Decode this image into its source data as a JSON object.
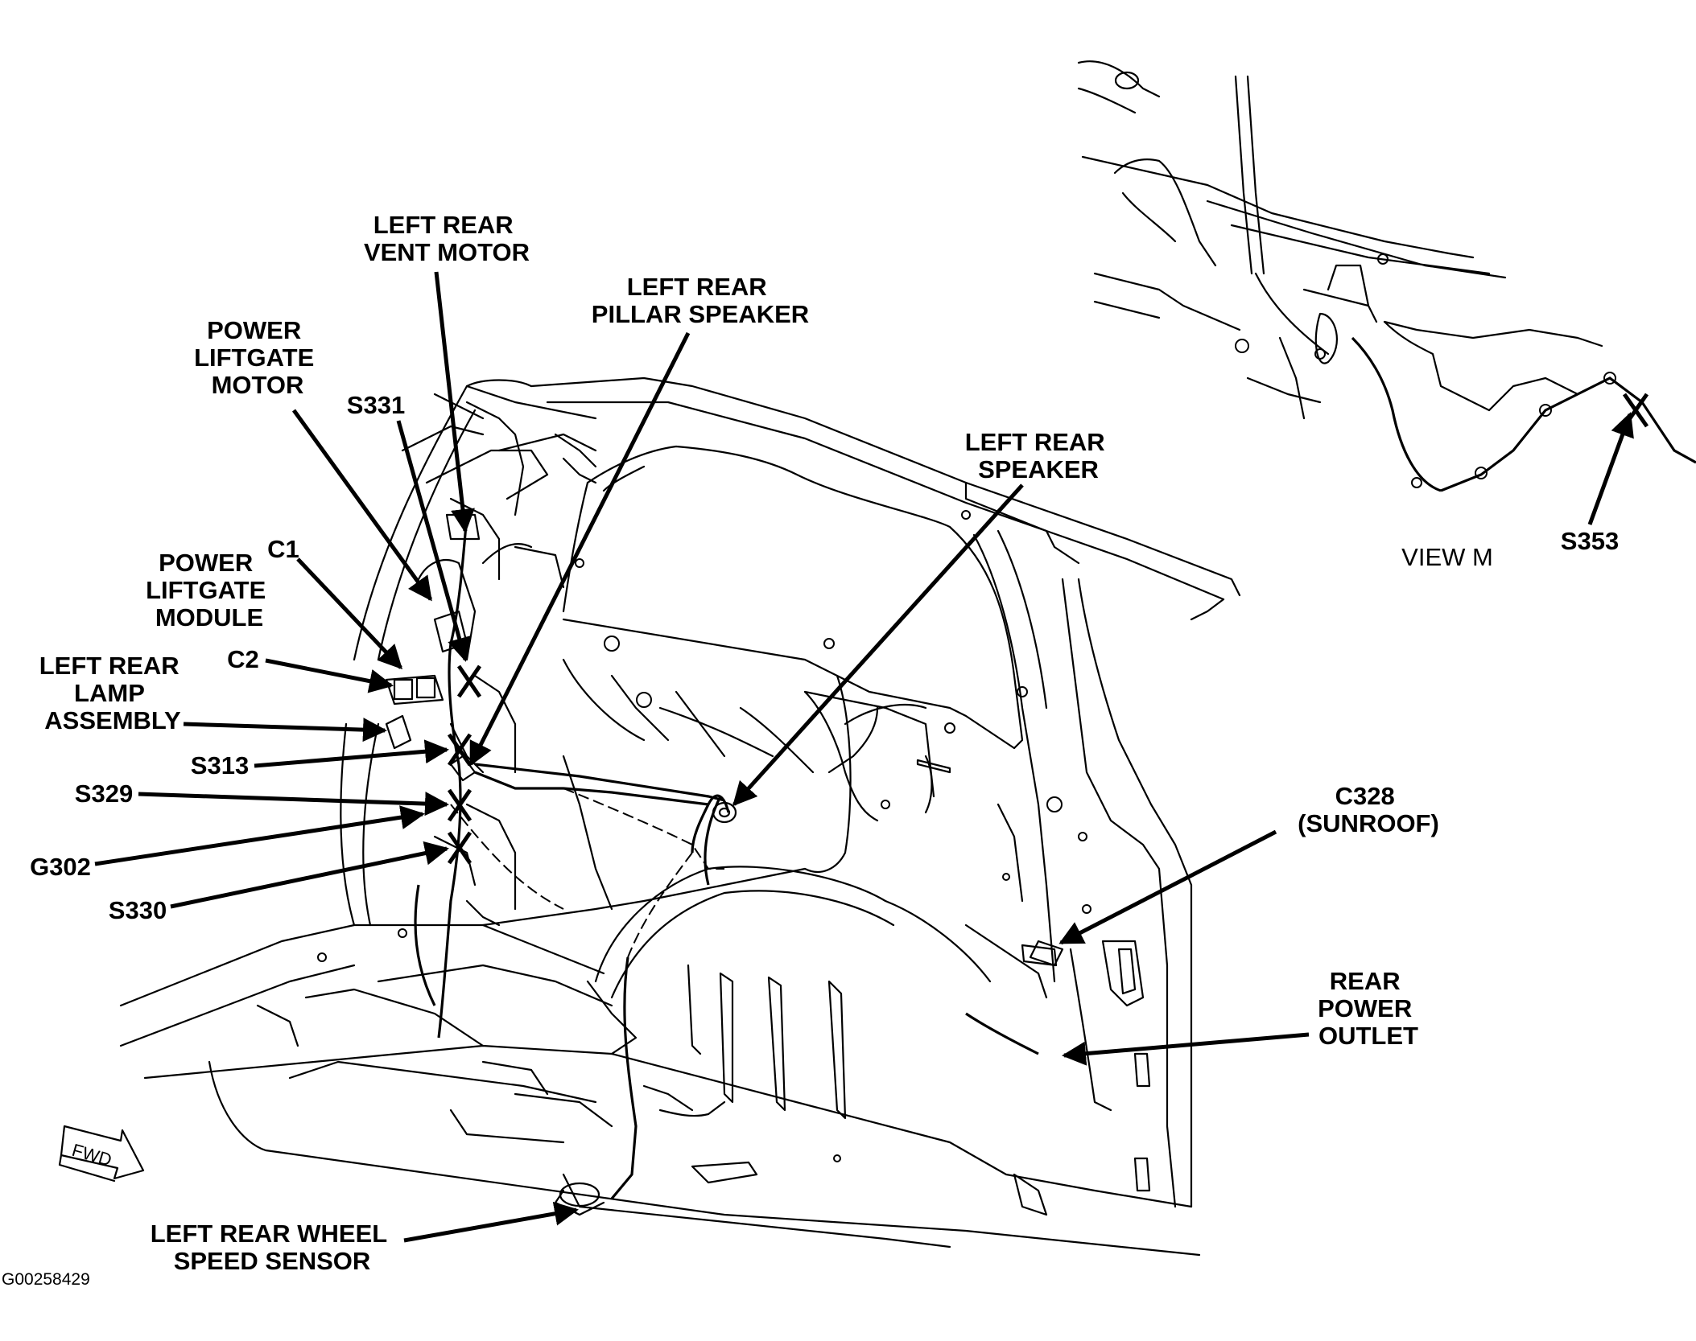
{
  "callouts": {
    "left_rear_vent_motor": [
      "LEFT REAR",
      "VENT MOTOR"
    ],
    "left_rear_pillar_speaker": [
      "LEFT REAR",
      "PILLAR SPEAKER"
    ],
    "power_liftgate_motor": [
      "POWER",
      "LIFTGATE",
      "MOTOR"
    ],
    "s331": "S331",
    "left_rear_speaker": [
      "LEFT REAR",
      "SPEAKER"
    ],
    "c1": "C1",
    "power_liftgate_module": [
      "POWER",
      "LIFTGATE",
      "MODULE"
    ],
    "c2": "C2",
    "left_rear_lamp_assembly": [
      "LEFT REAR",
      "LAMP",
      "ASSEMBLY"
    ],
    "s313": "S313",
    "s329": "S329",
    "g302": "G302",
    "s330": "S330",
    "c328": [
      "C328",
      "(SUNROOF)"
    ],
    "rear_power_outlet": [
      "REAR",
      "POWER",
      "OUTLET"
    ],
    "left_rear_wheel_speed_sensor": [
      "LEFT REAR WHEEL",
      "SPEED SENSOR"
    ],
    "s353": "S353"
  },
  "inset": {
    "view_label": "VIEW M"
  },
  "direction_arrow": "FWD",
  "figure_id": "G00258429",
  "colors": {
    "ink": "#000000",
    "paper": "#ffffff"
  }
}
